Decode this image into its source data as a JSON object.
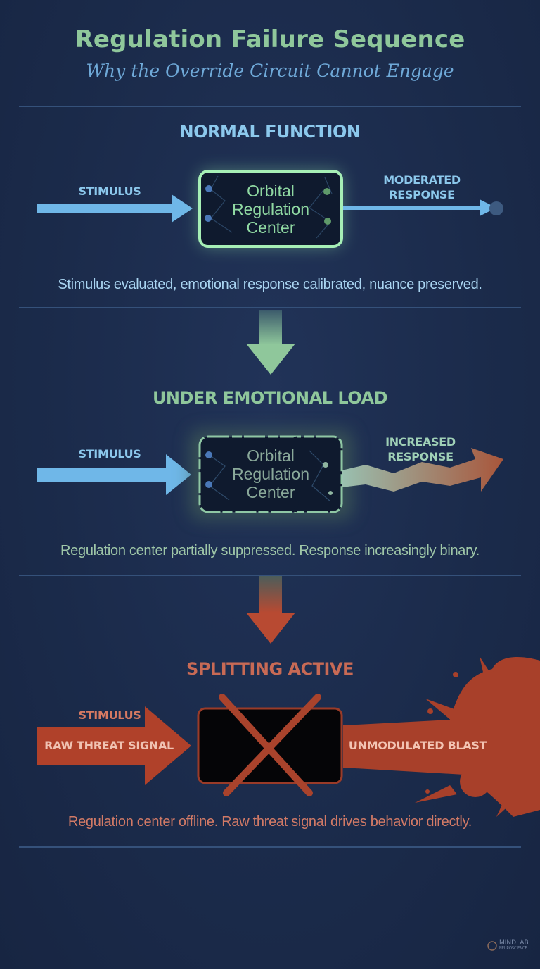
{
  "header": {
    "title": "Regulation Failure Sequence",
    "subtitle": "Why the Override Circuit Cannot Engage"
  },
  "colors": {
    "background": "#1b2b4b",
    "green": "#8fc79b",
    "blue": "#6fb7e8",
    "red": "#b84a32",
    "rule": "#35517a"
  },
  "stages": [
    {
      "heading": "NORMAL FUNCTION",
      "input_label": "STIMULUS",
      "center_lines": [
        "Orbital",
        "Regulation",
        "Center"
      ],
      "output_label_lines": [
        "MODERATED",
        "RESPONSE"
      ],
      "caption": "Stimulus evaluated, emotional response calibrated, nuance preserved."
    },
    {
      "heading": "UNDER EMOTIONAL LOAD",
      "input_label": "STIMULUS",
      "center_lines": [
        "Orbital",
        "Regulation",
        "Center"
      ],
      "output_label_lines": [
        "INCREASED",
        "RESPONSE"
      ],
      "caption": "Regulation center partially suppressed. Response increasingly binary."
    },
    {
      "heading": "SPLITTING ACTIVE",
      "input_label": "STIMULUS",
      "input_arrow_text": "RAW THREAT SIGNAL",
      "output_label": "UNMODULATED BLAST",
      "caption": "Regulation center offline. Raw threat signal drives behavior directly."
    }
  ],
  "logo": {
    "name": "MINDLAB",
    "sub": "NEUROSCIENCE"
  }
}
